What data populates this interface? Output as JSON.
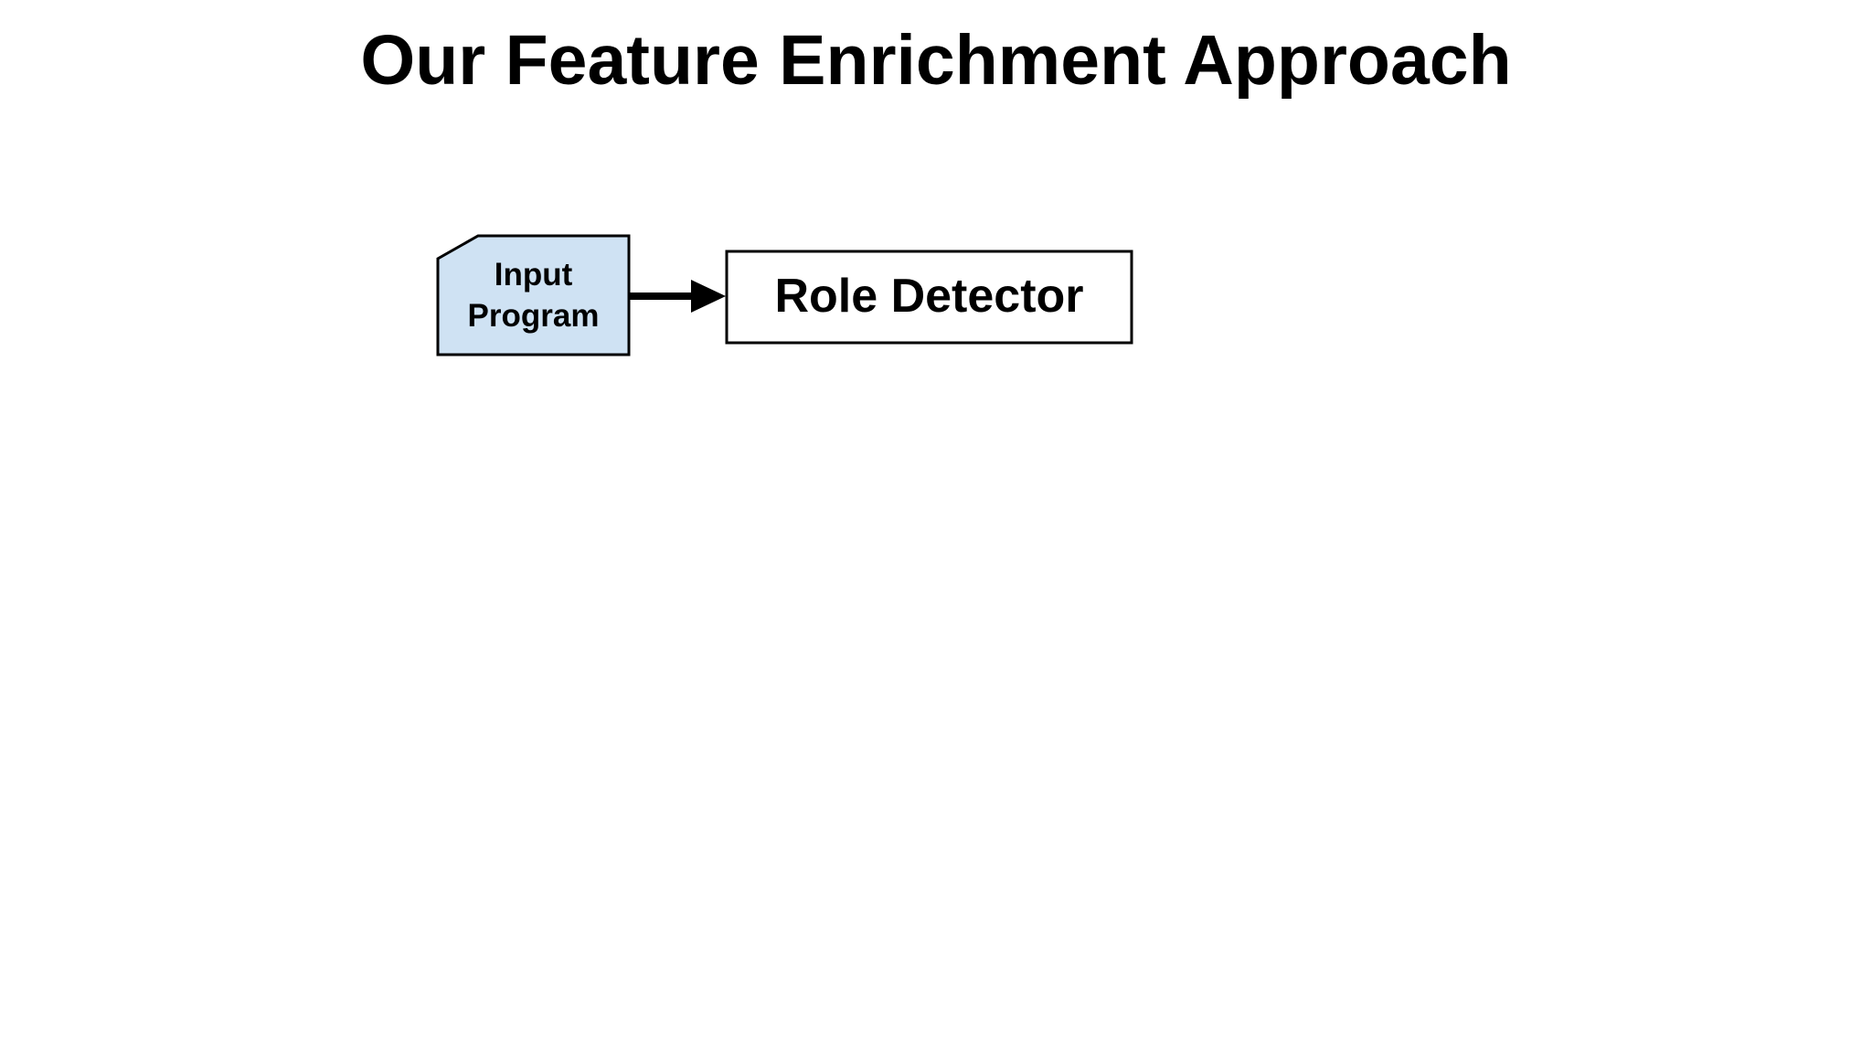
{
  "slide": {
    "title": "Our Feature Enrichment Approach",
    "background_color": "#ffffff",
    "nodes": [
      {
        "id": "input-program",
        "label": "Input Program",
        "shape": "card",
        "fill_color": "#cfe2f3",
        "border_color": "#000000",
        "text_color": "#000000"
      },
      {
        "id": "role-detector",
        "label": "Role Detector",
        "shape": "rectangle",
        "fill_color": "#ffffff",
        "border_color": "#000000",
        "text_color": "#000000"
      }
    ],
    "edges": [
      {
        "from": "input-program",
        "to": "role-detector",
        "type": "solid-arrow",
        "color": "#000000"
      }
    ]
  }
}
